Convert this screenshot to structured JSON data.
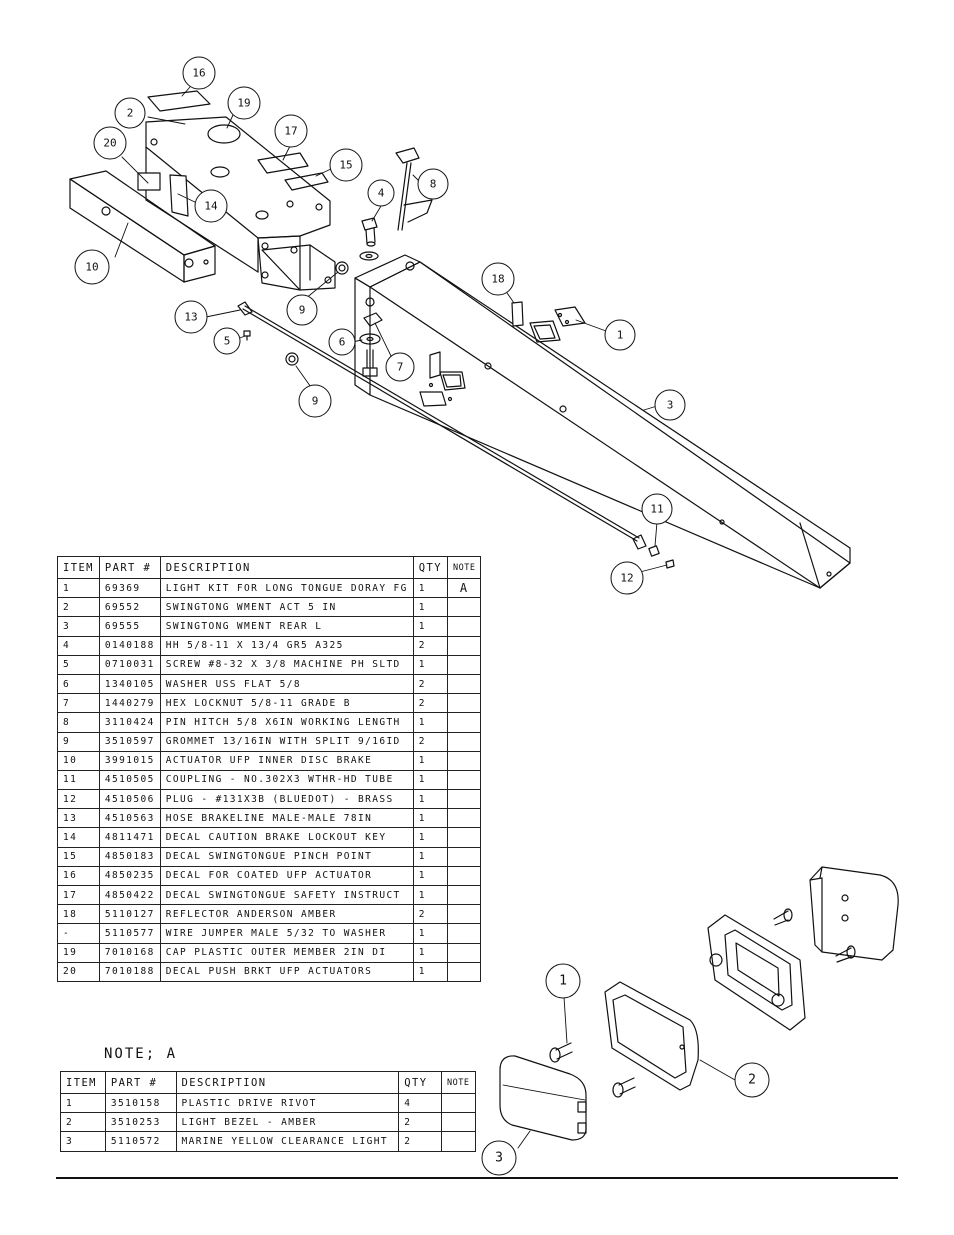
{
  "main_table": {
    "headers": [
      "ITEM",
      "PART #",
      "DESCRIPTION",
      "QTY",
      "NOTE"
    ],
    "rows": [
      {
        "item": "1",
        "part": "69369",
        "desc": "LIGHT KIT FOR LONG TONGUE DORAY FG",
        "qty": "1",
        "note": "A"
      },
      {
        "item": "2",
        "part": "69552",
        "desc": "SWINGTONG WMENT ACT 5 IN",
        "qty": "1",
        "note": ""
      },
      {
        "item": "3",
        "part": "69555",
        "desc": "SWINGTONG WMENT REAR L",
        "qty": "1",
        "note": ""
      },
      {
        "item": "4",
        "part": "0140188",
        "desc": "HH 5/8-11 X 13/4  GR5 A325",
        "qty": "2",
        "note": ""
      },
      {
        "item": "5",
        "part": "0710031",
        "desc": "SCREW #8-32 X 3/8 MACHINE PH SLTD",
        "qty": "1",
        "note": ""
      },
      {
        "item": "6",
        "part": "1340105",
        "desc": "WASHER USS FLAT 5/8",
        "qty": "2",
        "note": ""
      },
      {
        "item": "7",
        "part": "1440279",
        "desc": "HEX LOCKNUT 5/8-11 GRADE B",
        "qty": "2",
        "note": ""
      },
      {
        "item": "8",
        "part": "3110424",
        "desc": "PIN HITCH 5/8 X6IN WORKING LENGTH",
        "qty": "1",
        "note": ""
      },
      {
        "item": "9",
        "part": "3510597",
        "desc": "GROMMET 13/16IN  WITH SPLIT 9/16ID",
        "qty": "2",
        "note": ""
      },
      {
        "item": "10",
        "part": "3991015",
        "desc": "ACTUATOR UFP INNER  DISC BRAKE",
        "qty": "1",
        "note": ""
      },
      {
        "item": "11",
        "part": "4510505",
        "desc": "COUPLING - NO.302X3 WTHR-HD TUBE",
        "qty": "1",
        "note": ""
      },
      {
        "item": "12",
        "part": "4510506",
        "desc": "PLUG - #131X3B (BLUEDOT) - BRASS",
        "qty": "1",
        "note": ""
      },
      {
        "item": "13",
        "part": "4510563",
        "desc": "HOSE BRAKELINE MALE-MALE 78IN",
        "qty": "1",
        "note": ""
      },
      {
        "item": "14",
        "part": "4811471",
        "desc": "DECAL CAUTION BRAKE LOCKOUT KEY",
        "qty": "1",
        "note": ""
      },
      {
        "item": "15",
        "part": "4850183",
        "desc": "DECAL SWINGTONGUE PINCH POINT",
        "qty": "1",
        "note": ""
      },
      {
        "item": "16",
        "part": "4850235",
        "desc": "DECAL FOR COATED UFP ACTUATOR",
        "qty": "1",
        "note": ""
      },
      {
        "item": "17",
        "part": "4850422",
        "desc": "DECAL SWINGTONGUE SAFETY INSTRUCT",
        "qty": "1",
        "note": ""
      },
      {
        "item": "18",
        "part": "5110127",
        "desc": "REFLECTOR ANDERSON AMBER",
        "qty": "2",
        "note": ""
      },
      {
        "item": "-",
        "part": "5110577",
        "desc": "WIRE JUMPER MALE 5/32 TO WASHER",
        "qty": "1",
        "note": ""
      },
      {
        "item": "19",
        "part": "7010168",
        "desc": "CAP  PLASTIC OUTER MEMBER 2IN DI",
        "qty": "1",
        "note": ""
      },
      {
        "item": "20",
        "part": "7010188",
        "desc": "DECAL PUSH BRKT UFP ACTUATORS",
        "qty": "1",
        "note": ""
      }
    ]
  },
  "note_heading": "NOTE; A",
  "note_table": {
    "headers": [
      "ITEM",
      "PART #",
      "DESCRIPTION",
      "QTY",
      "NOTE"
    ],
    "rows": [
      {
        "item": "1",
        "part": "3510158",
        "desc": "PLASTIC DRIVE RIVOT",
        "qty": "4",
        "note": ""
      },
      {
        "item": "2",
        "part": "3510253",
        "desc": "LIGHT BEZEL - AMBER",
        "qty": "2",
        "note": ""
      },
      {
        "item": "3",
        "part": "5110572",
        "desc": "MARINE YELLOW CLEARANCE LIGHT",
        "qty": "2",
        "note": ""
      }
    ]
  },
  "main_balloons": [
    "16",
    "19",
    "2",
    "17",
    "20",
    "15",
    "4",
    "8",
    "14",
    "10",
    "18",
    "9",
    "1",
    "13",
    "5",
    "6",
    "7",
    "9",
    "3",
    "11",
    "12"
  ],
  "light_balloons": [
    "1",
    "2",
    "3"
  ]
}
